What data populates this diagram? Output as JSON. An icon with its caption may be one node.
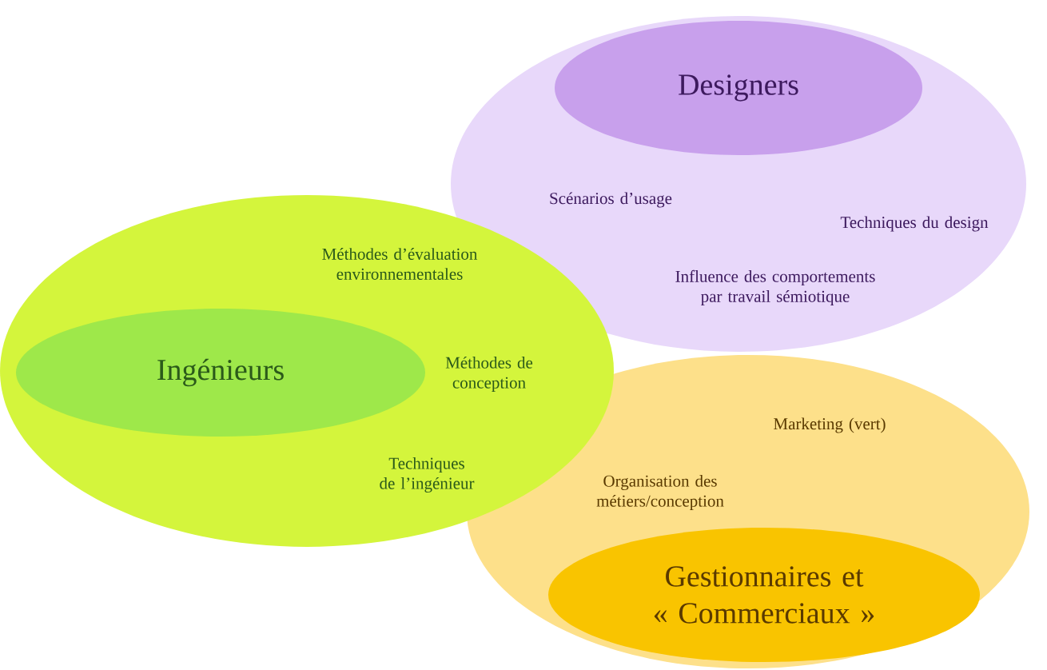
{
  "diagram": {
    "nodes": [
      {
        "text": [
          "Méthodes d’évaluation environnementales",
          "Méthodes de conception",
          "Techniques de l’ingénieur"
        ]
      },
      {
        "text": [
          "Ingénieurs"
        ],
        "in": 0
      },
      {
        "text": [
          "Scénarios d’usage",
          "Techniques du design",
          "Influence des comportements par travail sémiotique"
        ]
      },
      {
        "text": [
          "Designers"
        ],
        "in": 2
      },
      {
        "text": [
          "Marketing (vert)",
          "Organisation des métiers/conception"
        ]
      },
      {
        "text": [
          "Gestionnaires et « Commerciaux »"
        ],
        "in": 4
      }
    ]
  }
}
